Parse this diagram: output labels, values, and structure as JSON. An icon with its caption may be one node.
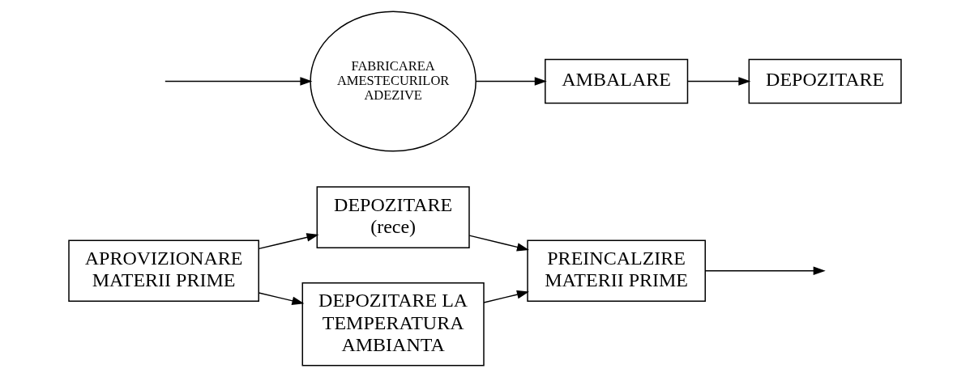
{
  "diagram": {
    "nodes": [
      {
        "text": [
          "APROVIZIONARE MATERII PRIME"
        ]
      },
      {
        "text": [
          "DEPOZITARE (rece)"
        ]
      },
      {
        "text": [
          "PREINCALZIRE MATERII PRIME"
        ]
      },
      {
        "text": [
          "DEPOZITARE LA TEMPERATURA AMBIANTA"
        ]
      },
      {
        "text": [
          "FABRICAREA AMESTECURILOR ADEZIVE"
        ]
      },
      {
        "text": [
          "AMBALARE"
        ]
      },
      {
        "text": [
          "DEPOZITARE"
        ]
      }
    ],
    "edges": [
      {
        "from": 0,
        "to": 1,
        "arrow": "to"
      },
      {
        "from": 0,
        "to": 3,
        "arrow": "to"
      },
      {
        "from": 1,
        "to": 2,
        "arrow": "to"
      },
      {
        "from": 3,
        "to": 2,
        "arrow": "to"
      },
      {
        "from": 2,
        "to": null,
        "arrow": "to"
      },
      {
        "from": null,
        "to": 4,
        "arrow": "to"
      },
      {
        "from": 4,
        "to": 5,
        "arrow": "to"
      },
      {
        "from": 5,
        "to": 6,
        "arrow": "to"
      }
    ]
  }
}
